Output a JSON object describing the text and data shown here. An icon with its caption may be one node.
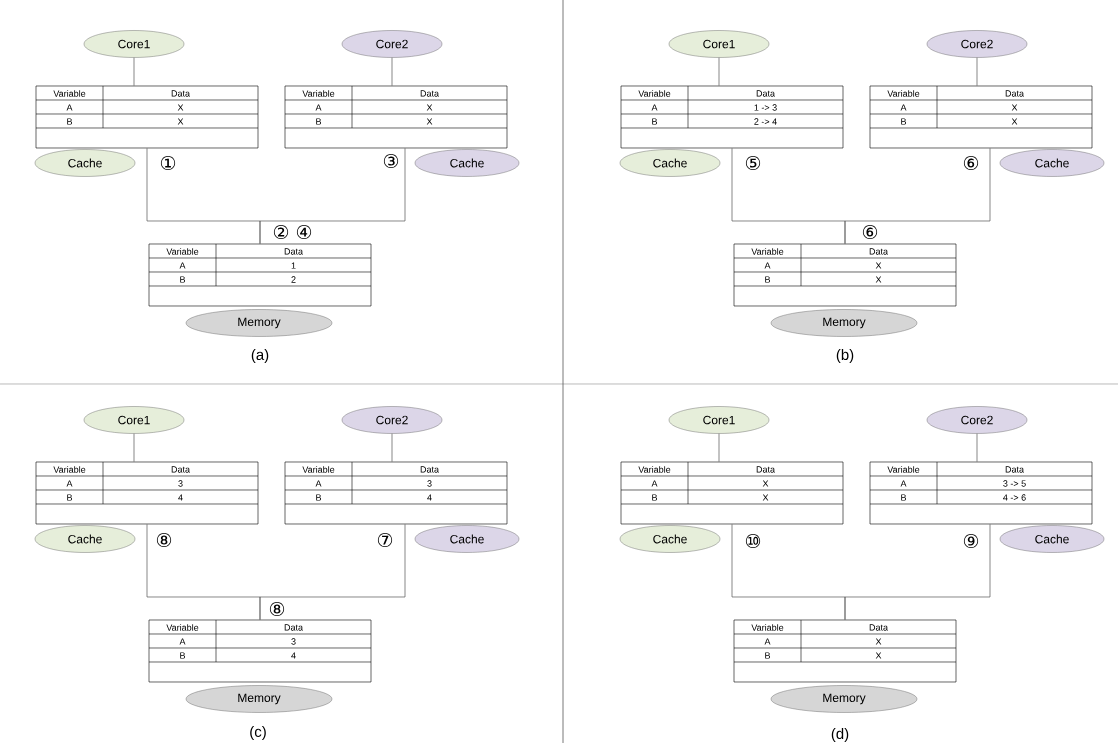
{
  "diagram": {
    "nodes": [
      {
        "text": [
          "Core1"
        ]
      },
      {
        "text": [
          "Core2"
        ]
      },
      {
        "text": [
          "Variable",
          "Data",
          "A",
          "X",
          "B",
          "X"
        ]
      },
      {
        "text": [
          "Variable",
          "Data",
          "A",
          "X",
          "B",
          "X"
        ]
      },
      {
        "text": [
          "Cache"
        ]
      },
      {
        "text": [
          "Cache"
        ]
      },
      {
        "text": [
          "Variable",
          "Data",
          "A",
          "1",
          "B",
          "2"
        ]
      },
      {
        "text": [
          "Memory"
        ]
      },
      {
        "text": [
          "Core1"
        ]
      },
      {
        "text": [
          "Core2"
        ]
      },
      {
        "text": [
          "Variable",
          "Data",
          "A",
          "1 -> 3",
          "B",
          "2 -> 4"
        ]
      },
      {
        "text": [
          "Variable",
          "Data",
          "A",
          "X",
          "B",
          "X"
        ]
      },
      {
        "text": [
          "Cache"
        ]
      },
      {
        "text": [
          "Cache"
        ]
      },
      {
        "text": [
          "Variable",
          "Data",
          "A",
          "X",
          "B",
          "X"
        ]
      },
      {
        "text": [
          "Memory"
        ]
      },
      {
        "text": [
          "Core1"
        ]
      },
      {
        "text": [
          "Core2"
        ]
      },
      {
        "text": [
          "Variable",
          "Data",
          "A",
          "3",
          "B",
          "4"
        ]
      },
      {
        "text": [
          "Variable",
          "Data",
          "A",
          "3",
          "B",
          "4"
        ]
      },
      {
        "text": [
          "Cache"
        ]
      },
      {
        "text": [
          "Cache"
        ]
      },
      {
        "text": [
          "Variable",
          "Data",
          "A",
          "3",
          "B",
          "4"
        ]
      },
      {
        "text": [
          "Memory"
        ]
      },
      {
        "text": [
          "Core1"
        ]
      },
      {
        "text": [
          "Core2"
        ]
      },
      {
        "text": [
          "Variable",
          "Data",
          "A",
          "X",
          "B",
          "X"
        ]
      },
      {
        "text": [
          "Variable",
          "Data",
          "A",
          "3 -> 5",
          "B",
          "4 -> 6"
        ]
      },
      {
        "text": [
          "Cache"
        ]
      },
      {
        "text": [
          "Cache"
        ]
      },
      {
        "text": [
          "Variable",
          "Data",
          "A",
          "X",
          "B",
          "X"
        ]
      },
      {
        "text": [
          "Memory"
        ]
      }
    ],
    "edges": [
      {
        "from": 0,
        "to": 2,
        "arrow": "none"
      },
      {
        "from": 1,
        "to": 3,
        "arrow": "none"
      },
      {
        "from": 2,
        "to": 6,
        "arrow": "none"
      },
      {
        "from": 3,
        "to": 6,
        "arrow": "none"
      },
      {
        "from": 8,
        "to": 10,
        "arrow": "none"
      },
      {
        "from": 9,
        "to": 11,
        "arrow": "none"
      },
      {
        "from": 10,
        "to": 14,
        "arrow": "none"
      },
      {
        "from": 11,
        "to": 14,
        "arrow": "none"
      },
      {
        "from": 16,
        "to": 18,
        "arrow": "none"
      },
      {
        "from": 17,
        "to": 19,
        "arrow": "none"
      },
      {
        "from": 18,
        "to": 22,
        "arrow": "none"
      },
      {
        "from": 19,
        "to": 22,
        "arrow": "none"
      },
      {
        "from": 24,
        "to": 26,
        "arrow": "none"
      },
      {
        "from": 25,
        "to": 27,
        "arrow": "none"
      },
      {
        "from": 26,
        "to": 30,
        "arrow": "none"
      },
      {
        "from": 27,
        "to": 30,
        "arrow": "none"
      }
    ],
    "labels": [
      "①",
      "③",
      "②",
      "④",
      "(a)",
      "⑤",
      "⑥",
      "⑥",
      "(b)",
      "⑧",
      "⑦",
      "⑧",
      "(c)",
      "⑩",
      "⑨",
      "(d)"
    ]
  }
}
